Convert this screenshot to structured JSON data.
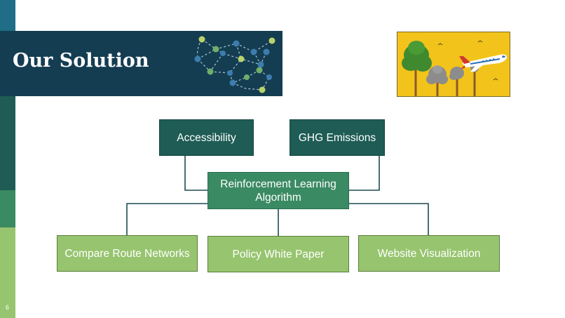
{
  "slide": {
    "title": "Our Solution",
    "page_number": "6"
  },
  "colors": {
    "banner": "#143d52",
    "dark_box": "#1e5c55",
    "mid_box": "#3a8a63",
    "light_box": "#97c46e",
    "connector": "#1e4a52",
    "photo_background": "#f2c31a"
  },
  "diagram": {
    "top_nodes": [
      {
        "label": "Accessibility"
      },
      {
        "label": "GHG Emissions"
      }
    ],
    "center_node": {
      "label": "Reinforcement Learning Algorithm"
    },
    "bottom_nodes": [
      {
        "label": "Compare Route Networks"
      },
      {
        "label": "Policy White Paper"
      },
      {
        "label": "Website Visualization"
      }
    ]
  },
  "images": {
    "banner_icon": "network-map-icon",
    "photo_icon": "airplane-over-trees-illustration"
  }
}
